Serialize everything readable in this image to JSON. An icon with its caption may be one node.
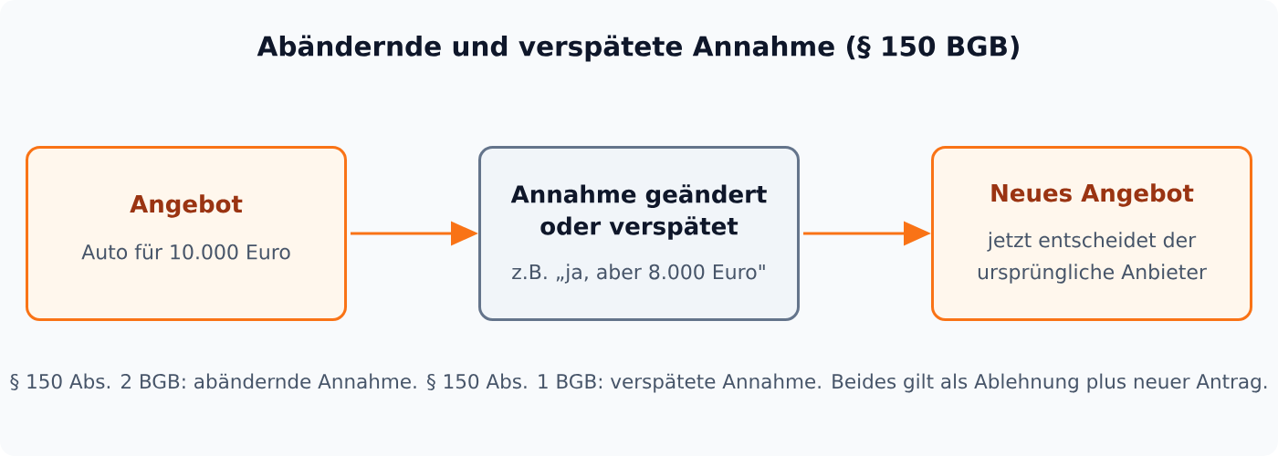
{
  "diagram": {
    "title": "Abändernde und verspätete Annahme (§ 150 BGB)",
    "nodes": [
      {
        "text": [
          "Angebot",
          "Auto für 10.000 Euro"
        ]
      },
      {
        "text": [
          "Annahme geändert oder verspätet",
          "z.B. „ja, aber 8.000 Euro\""
        ]
      },
      {
        "text": [
          "Neues Angebot",
          "jetzt entscheidet der ursprüngliche Anbieter"
        ]
      }
    ],
    "edges": [
      {
        "from": 0,
        "to": 1,
        "arrow": "to"
      },
      {
        "from": 1,
        "to": 2,
        "arrow": "to"
      }
    ],
    "labels": [
      "§ 150 Abs. 2 BGB: abändernde Annahme. § 150 Abs. 1 BGB: verspätete Annahme. Beides gilt als Ablehnung plus neuer Antrag."
    ]
  }
}
